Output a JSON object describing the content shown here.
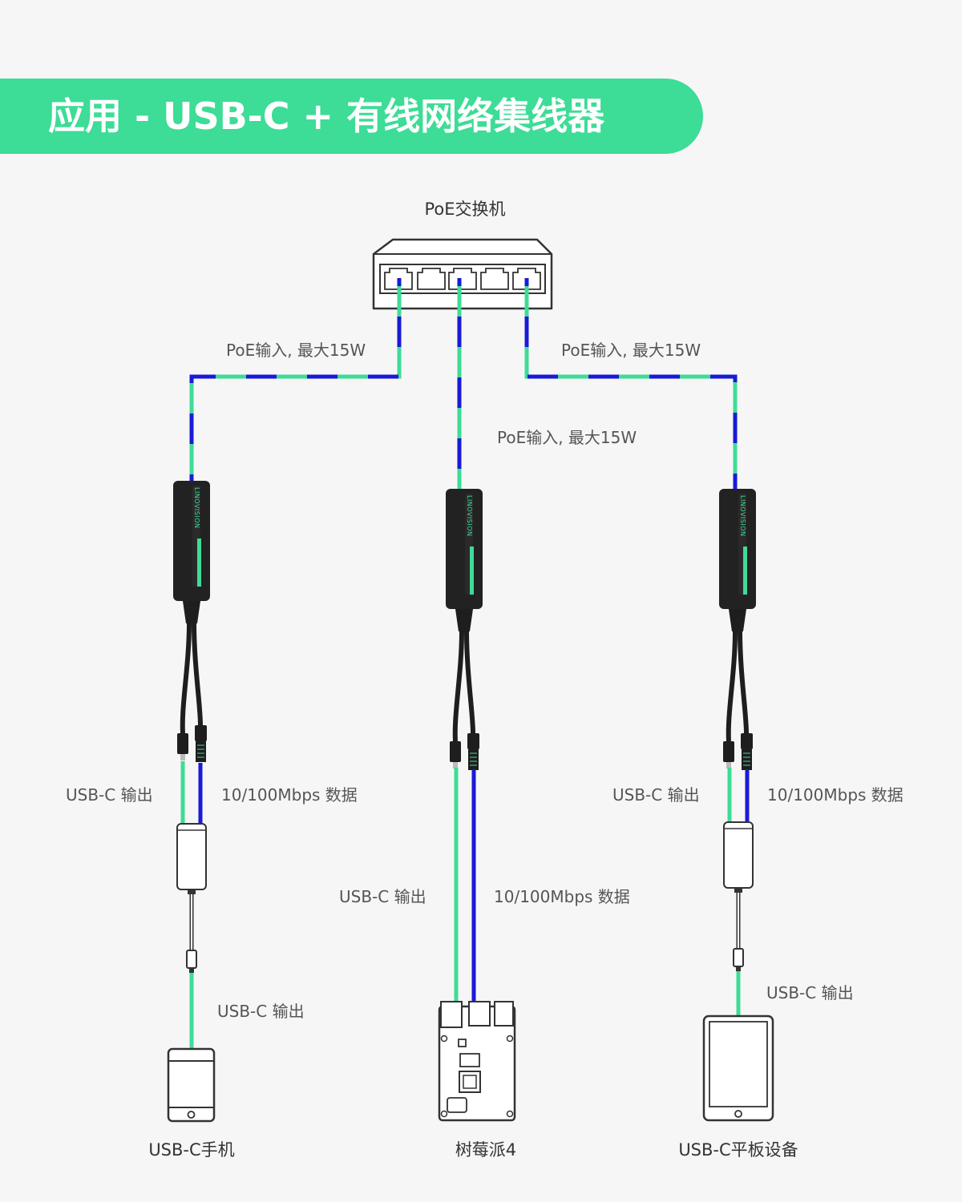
{
  "banner": {
    "title": "应用 - USB-C + 有线网络集线器",
    "color": "#3ddc97"
  },
  "switch": {
    "label": "PoE交换机"
  },
  "labels": {
    "poe_input_left": "PoE输入, 最大15W",
    "poe_input_center": "PoE输入, 最大15W",
    "poe_input_right": "PoE输入, 最大15W",
    "usbc_out_left": "USB-C 输出",
    "data_left": "10/100Mbps 数据",
    "usbc_out_left_lower": "USB-C 输出",
    "usbc_out_center": "USB-C 输出",
    "data_center": "10/100Mbps 数据",
    "usbc_out_right": "USB-C 输出",
    "data_right": "10/100Mbps 数据",
    "usbc_out_right_lower": "USB-C 输出"
  },
  "splitters": {
    "brand": "LINOVISION"
  },
  "devices": {
    "phone": "USB-C手机",
    "raspberry_pi": "树莓派4",
    "tablet": "USB-C平板设备"
  },
  "colors": {
    "green": "#3ddc97",
    "blue": "#1a1ad6",
    "cable_black": "#1e1e1e"
  }
}
